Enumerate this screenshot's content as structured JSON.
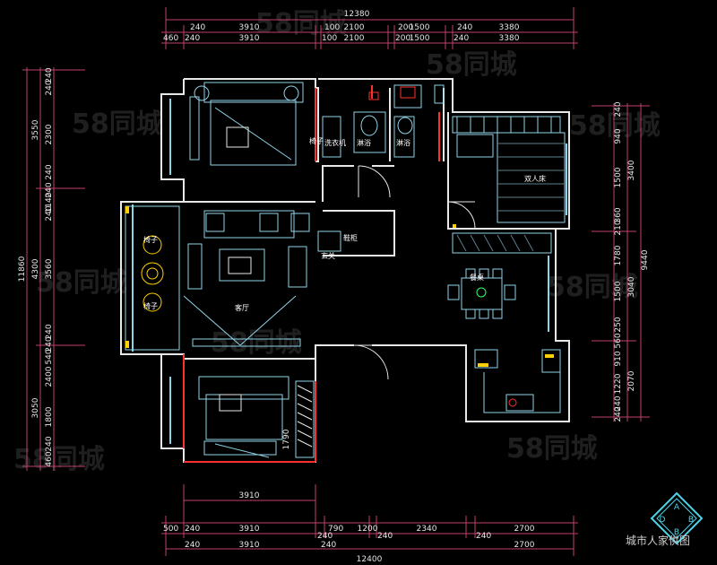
{
  "dimensions": {
    "top_total": "12380",
    "top_row2": [
      "240",
      "3910",
      "100",
      "2100",
      "200",
      "1500",
      "240",
      "3380"
    ],
    "top_row3": [
      "460",
      "240",
      "3910",
      "100",
      "2100",
      "200",
      "1500",
      "240",
      "3380"
    ],
    "bottom_total": "12400",
    "bottom_row1": [
      "500",
      "240",
      "3910",
      "790",
      "240",
      "1200",
      "240",
      "2340",
      "240",
      "2700"
    ],
    "bottom_row2": [
      "240",
      "3910",
      "240",
      "2700"
    ],
    "bottom_single": "3910",
    "left_total": "11860",
    "left_col1": [
      "3550",
      "4300",
      "3050"
    ],
    "left_col2": [
      "240",
      "240",
      "2300",
      "240",
      "240",
      "1140",
      "240",
      "3560",
      "240",
      "240",
      "540",
      "2400",
      "1800",
      "240",
      "460"
    ],
    "right_total": "9440",
    "right_col1": [
      "240",
      "940",
      "1500",
      "360",
      "210",
      "1780",
      "1500",
      "250",
      "560",
      "910",
      "1220",
      "240",
      "240"
    ],
    "right_col2": [
      "3400",
      "3040",
      "2070"
    ],
    "wardrobe": "1790"
  },
  "rooms": {
    "living": "客厅",
    "entry": "玄关",
    "balcony_chair_1": "椅子",
    "balcony_chair_2": "椅子",
    "dining": "餐桌",
    "master_bed": "双人床",
    "chair_right": "椅子",
    "bath1": "淋浴",
    "bath2": "淋浴",
    "washer": "洗衣机",
    "shoe_cabinet": "鞋柜"
  },
  "watermarks": [
    "58同城",
    "58同城",
    "58同城",
    "58同城",
    "58同城",
    "58同城",
    "58同城",
    "58同城",
    "58同城"
  ],
  "caption": "城市人家供图",
  "badge_letters": [
    "A",
    "B",
    "D",
    "B"
  ],
  "colors": {
    "background": "#000000",
    "wall": "#e8e8e8",
    "dimension_line": "#c04070",
    "furniture": "#8fd3e8",
    "accent_red": "#ff3030",
    "accent_yellow": "#ffd000",
    "accent_green": "#30ff60"
  }
}
